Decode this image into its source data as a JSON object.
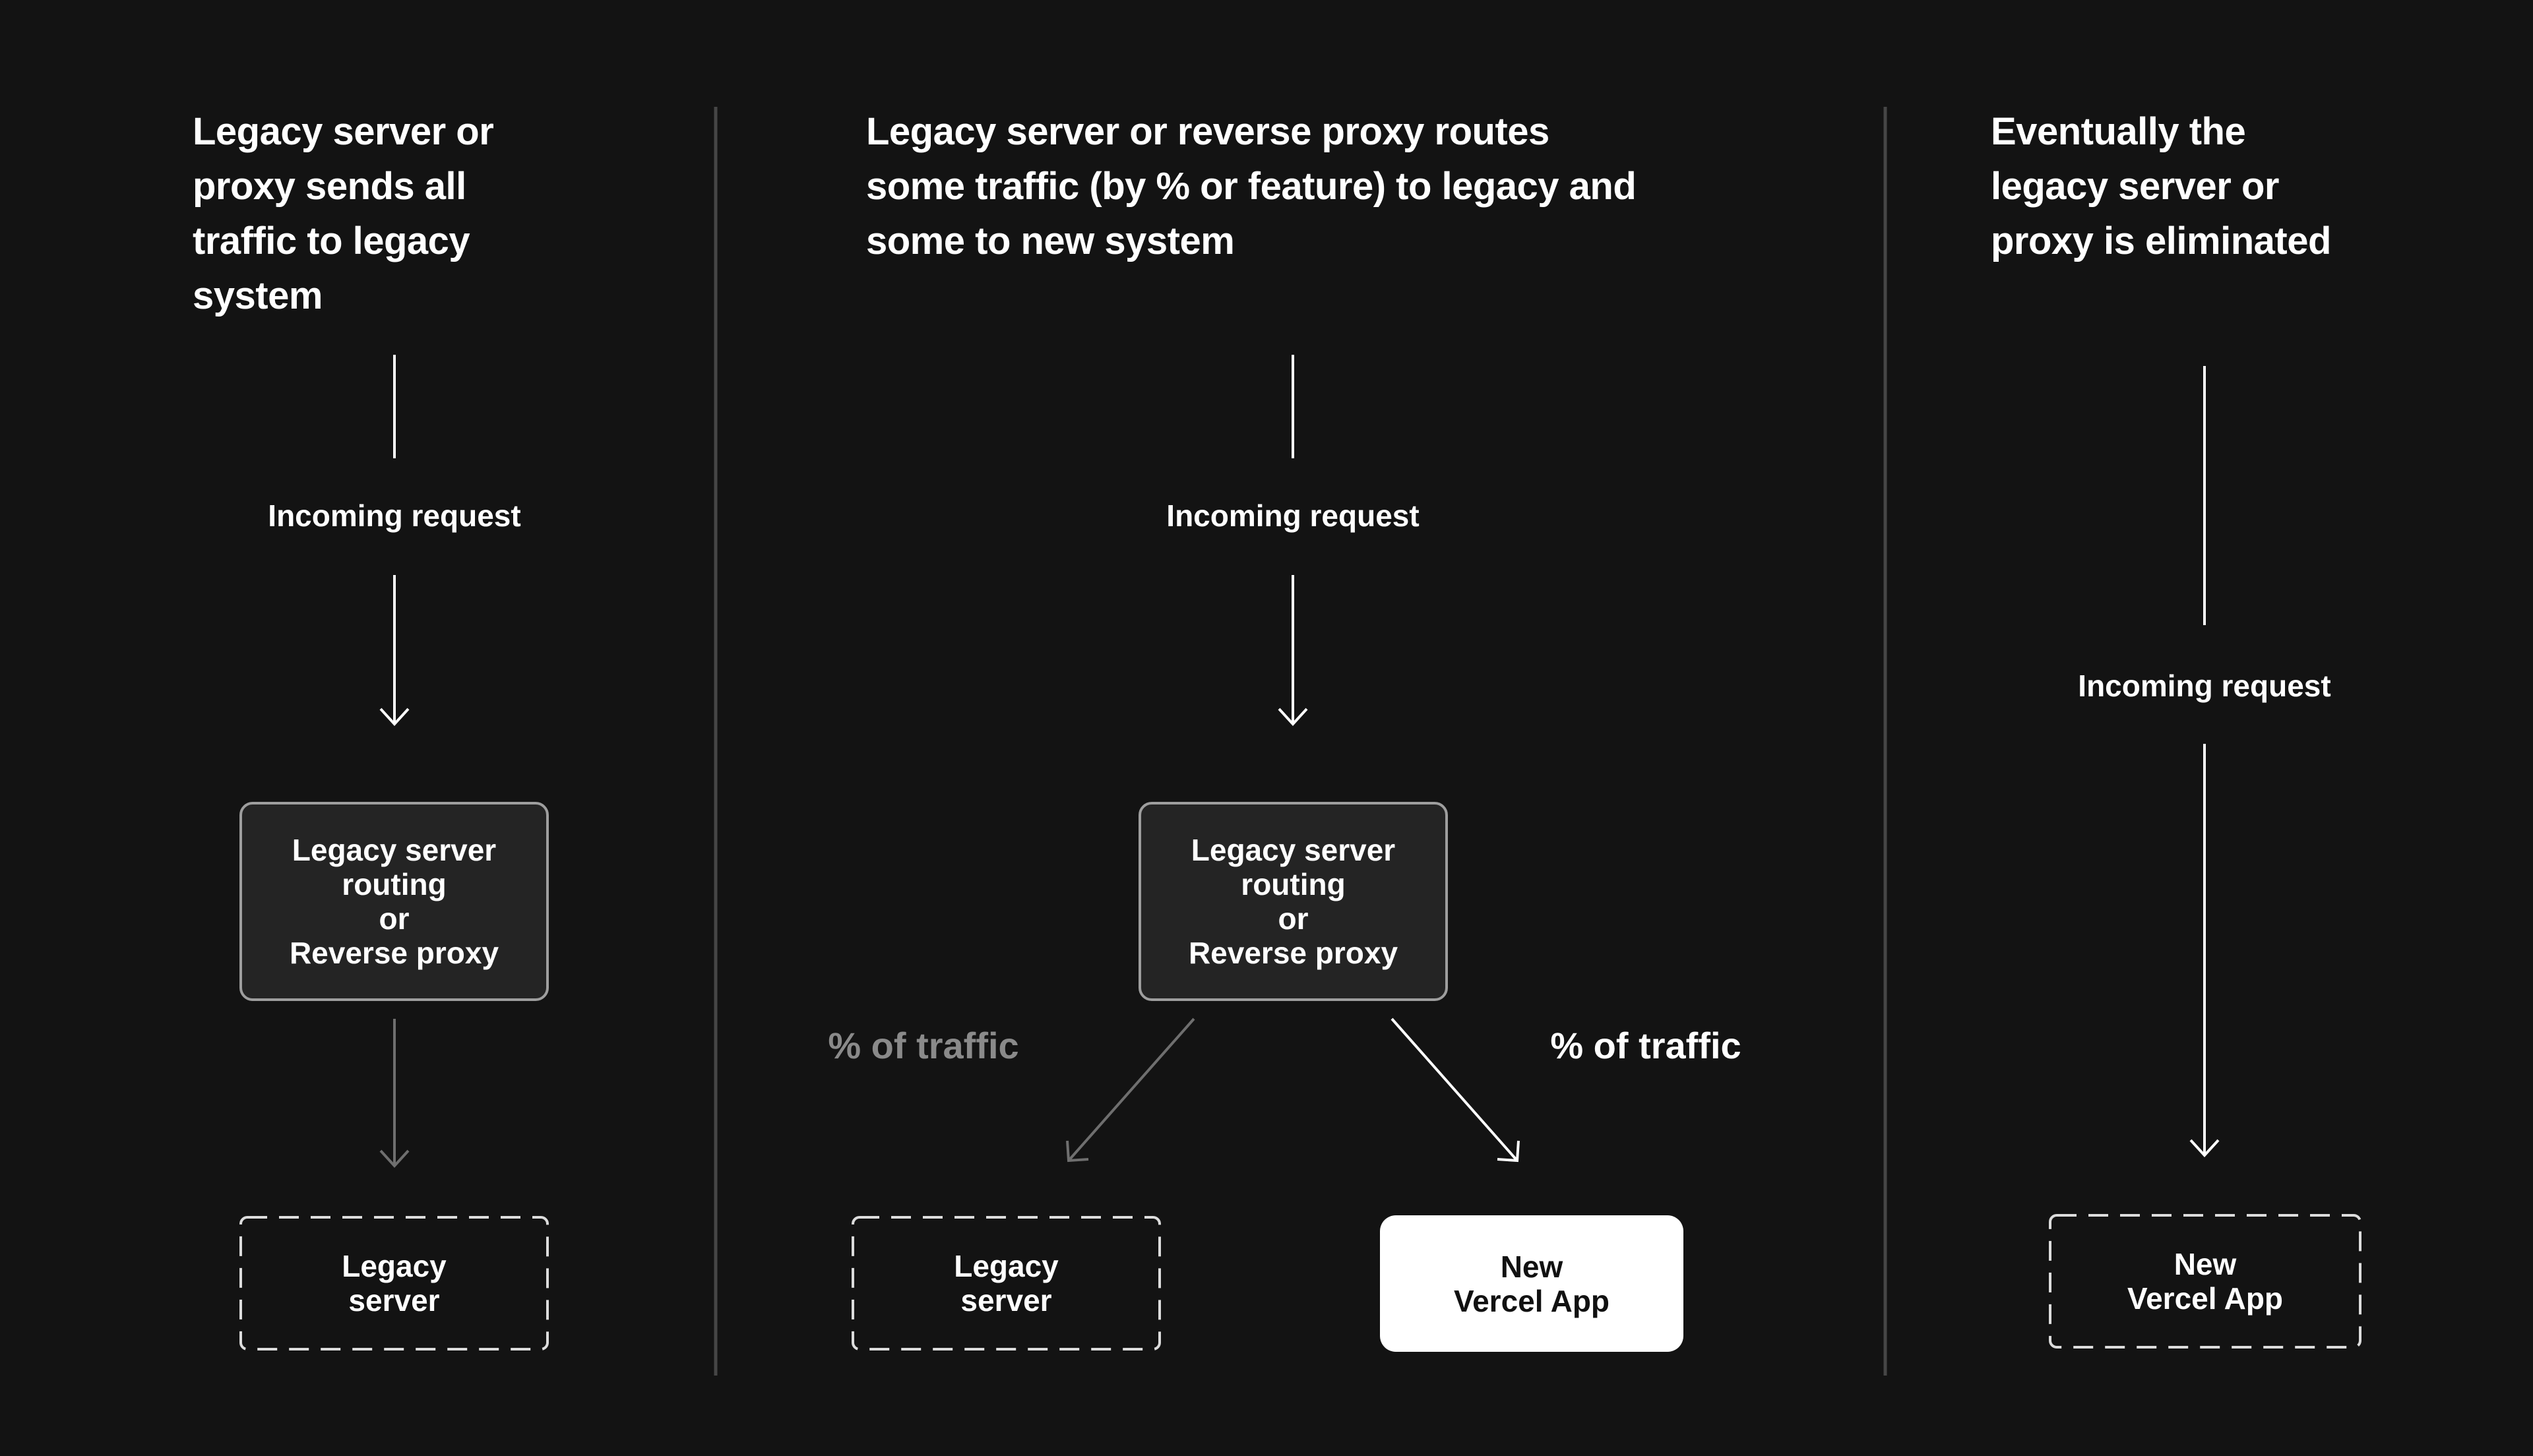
{
  "diagram": {
    "background": "#131313",
    "divider_color": "#464646",
    "muted_gray": "#6f6f6f",
    "router_box_fill": "#242424",
    "router_box_border": "#9e9e9e",
    "dashed_border_color": "#dcdcdc",
    "accent_white": "#ffffff",
    "stages": [
      {
        "title": "Legacy server or\nproxy sends all\ntraffic to legacy\nsystem",
        "incoming_label": "Incoming request",
        "router_box_label": "Legacy server\nrouting\nor\nReverse proxy",
        "legacy_server_label": "Legacy\nserver"
      },
      {
        "title": "Legacy server or reverse proxy routes\nsome traffic (by % or feature) to legacy and\nsome to new system",
        "incoming_label": "Incoming request",
        "router_box_label": "Legacy server\nrouting\nor\nReverse proxy",
        "percent_left_label": "% of traffic",
        "percent_right_label": "% of traffic",
        "legacy_server_label": "Legacy\nserver",
        "vercel_app_label": "New\nVercel App"
      },
      {
        "title": "Eventually the\nlegacy server or\nproxy is eliminated",
        "incoming_label": "Incoming request",
        "vercel_app_label": "New\nVercel App"
      }
    ]
  }
}
